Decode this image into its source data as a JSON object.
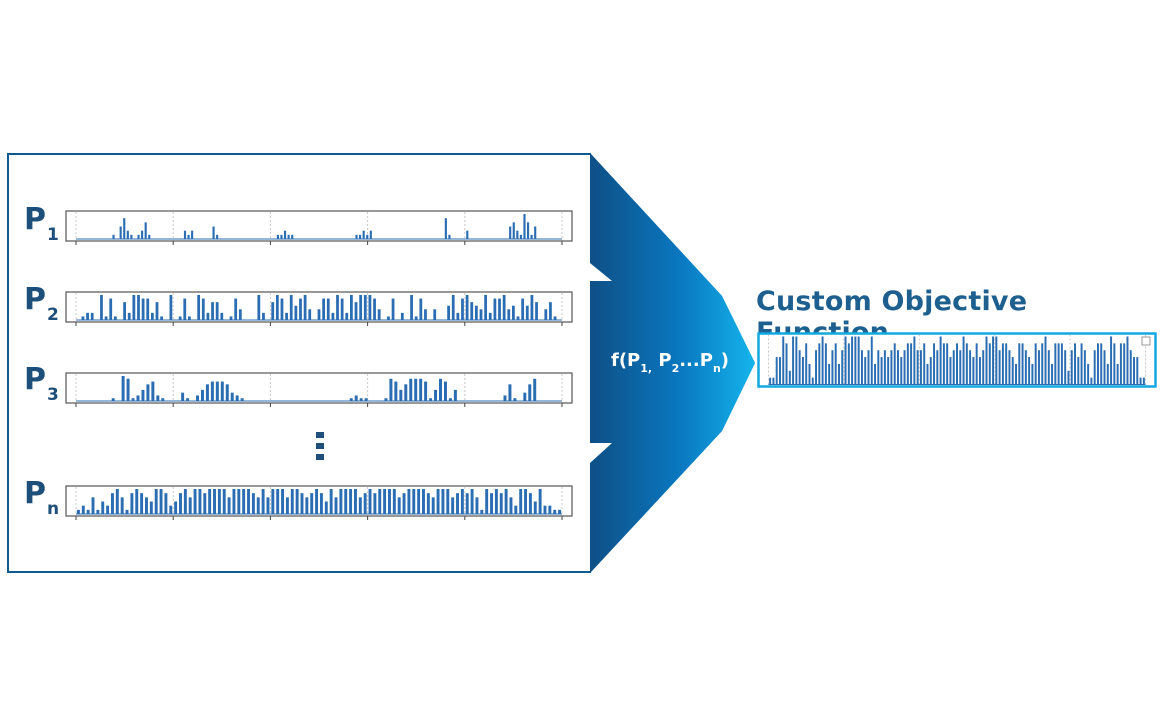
{
  "inputs": [
    {
      "label": "P",
      "sub": "1"
    },
    {
      "label": "P",
      "sub": "2"
    },
    {
      "label": "P",
      "sub": "3"
    },
    {
      "label": "P",
      "sub": "n"
    }
  ],
  "function": {
    "prefix": "f(P",
    "sub1": "1,",
    "mid1": " P",
    "sub2": "2",
    "mid2": "...P",
    "sub3": "n",
    "suffix": ")"
  },
  "result": {
    "title": "Custom Objective Function"
  },
  "colors": {
    "panel_border": "#0f5a8f",
    "bar": "#2a6db3",
    "label": "#1d4f7a",
    "accent": "#12a9e0"
  },
  "chart_data": [
    {
      "type": "bar",
      "series": [
        {
          "values": [
            0,
            0,
            0,
            0,
            0,
            0,
            0,
            0,
            0,
            0,
            1,
            0,
            3,
            5,
            2,
            1,
            0,
            1,
            2,
            4,
            1,
            0,
            0,
            0,
            0,
            0,
            0,
            0,
            0,
            0,
            2,
            1,
            2,
            0,
            0,
            0,
            0,
            0,
            3,
            1,
            0,
            0,
            0,
            0,
            0,
            0,
            0,
            0,
            0,
            0,
            0,
            0,
            0,
            0,
            0,
            0,
            1,
            1,
            2,
            1,
            1,
            0,
            0,
            0,
            0,
            0,
            0,
            0,
            0,
            0,
            0,
            0,
            0,
            0,
            0,
            0,
            0,
            0,
            1,
            1,
            2,
            1,
            2,
            0,
            0,
            0,
            0,
            0,
            0,
            0,
            0,
            0,
            0,
            0,
            0,
            0,
            0,
            0,
            0,
            0,
            0,
            0,
            0,
            5,
            1,
            0,
            0,
            0,
            0,
            2,
            0,
            0,
            0,
            0,
            0,
            0,
            0,
            0,
            0,
            0,
            0,
            3,
            4,
            2,
            1,
            6,
            4,
            1,
            3,
            0,
            0,
            0,
            0,
            0,
            0,
            0
          ]
        }
      ]
    },
    {
      "type": "bar",
      "series": [
        {
          "values": [
            0,
            1,
            2,
            2,
            0,
            7,
            1,
            6,
            1,
            0,
            5,
            2,
            7,
            7,
            6,
            6,
            2,
            5,
            1,
            0,
            7,
            0,
            1,
            6,
            1,
            0,
            7,
            6,
            2,
            5,
            5,
            2,
            0,
            1,
            6,
            3,
            0,
            0,
            0,
            7,
            2,
            0,
            5,
            7,
            6,
            2,
            7,
            4,
            6,
            7,
            3,
            0,
            3,
            6,
            6,
            2,
            7,
            6,
            2,
            7,
            5,
            7,
            7,
            7,
            6,
            3,
            0,
            1,
            6,
            0,
            2,
            0,
            7,
            1,
            6,
            3,
            0,
            3,
            0,
            0,
            4,
            7,
            2,
            6,
            7,
            5,
            4,
            3,
            7,
            2,
            6,
            6,
            7,
            3,
            4,
            1,
            6,
            4,
            7,
            5,
            0,
            3,
            5,
            1,
            0
          ]
        }
      ]
    },
    {
      "type": "bar",
      "series": [
        {
          "values": [
            0,
            0,
            0,
            0,
            0,
            0,
            0,
            1,
            0,
            9,
            8,
            1,
            2,
            4,
            6,
            7,
            2,
            1,
            0,
            0,
            0,
            3,
            1,
            0,
            2,
            4,
            6,
            7,
            7,
            7,
            6,
            3,
            2,
            1,
            0,
            0,
            0,
            0,
            0,
            0,
            0,
            0,
            0,
            0,
            0,
            0,
            0,
            0,
            0,
            0,
            0,
            0,
            0,
            0,
            0,
            1,
            2,
            1,
            1,
            0,
            0,
            0,
            1,
            8,
            7,
            4,
            6,
            8,
            8,
            8,
            7,
            1,
            4,
            8,
            7,
            1,
            4,
            0,
            0,
            0,
            0,
            0,
            0,
            0,
            0,
            0,
            2,
            6,
            1,
            0,
            3,
            6,
            8,
            0,
            0,
            0,
            0,
            0
          ]
        }
      ]
    },
    {
      "type": "bar",
      "series": [
        {
          "values": [
            1,
            2,
            1,
            4,
            1,
            3,
            2,
            5,
            6,
            4,
            1,
            5,
            6,
            5,
            4,
            3,
            6,
            6,
            5,
            2,
            3,
            5,
            6,
            4,
            6,
            6,
            5,
            6,
            6,
            6,
            6,
            4,
            6,
            6,
            6,
            6,
            5,
            4,
            6,
            4,
            6,
            6,
            6,
            4,
            6,
            6,
            5,
            4,
            5,
            6,
            5,
            3,
            6,
            4,
            6,
            6,
            6,
            6,
            4,
            5,
            6,
            5,
            6,
            6,
            6,
            6,
            4,
            5,
            6,
            6,
            6,
            6,
            5,
            4,
            6,
            6,
            6,
            4,
            5,
            6,
            5,
            6,
            4,
            1,
            6,
            5,
            6,
            5,
            6,
            4,
            2,
            6,
            6,
            5,
            3,
            6,
            2,
            2,
            1,
            1
          ]
        }
      ]
    },
    {
      "type": "bar",
      "series": [
        {
          "values": [
            1,
            1,
            4,
            4,
            7,
            6,
            2,
            7,
            7,
            5,
            4,
            6,
            3,
            1,
            5,
            6,
            7,
            6,
            3,
            5,
            6,
            3,
            5,
            7,
            6,
            7,
            7,
            7,
            5,
            4,
            5,
            7,
            3,
            5,
            4,
            5,
            4,
            5,
            6,
            5,
            4,
            5,
            6,
            6,
            7,
            5,
            5,
            6,
            3,
            4,
            6,
            5,
            7,
            6,
            6,
            4,
            5,
            6,
            5,
            7,
            6,
            5,
            4,
            6,
            4,
            5,
            7,
            6,
            7,
            7,
            5,
            6,
            6,
            5,
            4,
            3,
            6,
            6,
            5,
            4,
            3,
            6,
            5,
            6,
            7,
            5,
            3,
            6,
            6,
            6,
            5,
            2,
            5,
            6,
            4,
            6,
            5,
            3,
            1,
            5,
            6,
            6,
            5,
            3,
            7,
            6,
            3,
            6,
            6,
            7,
            5,
            4,
            4,
            1,
            1
          ]
        }
      ]
    }
  ]
}
